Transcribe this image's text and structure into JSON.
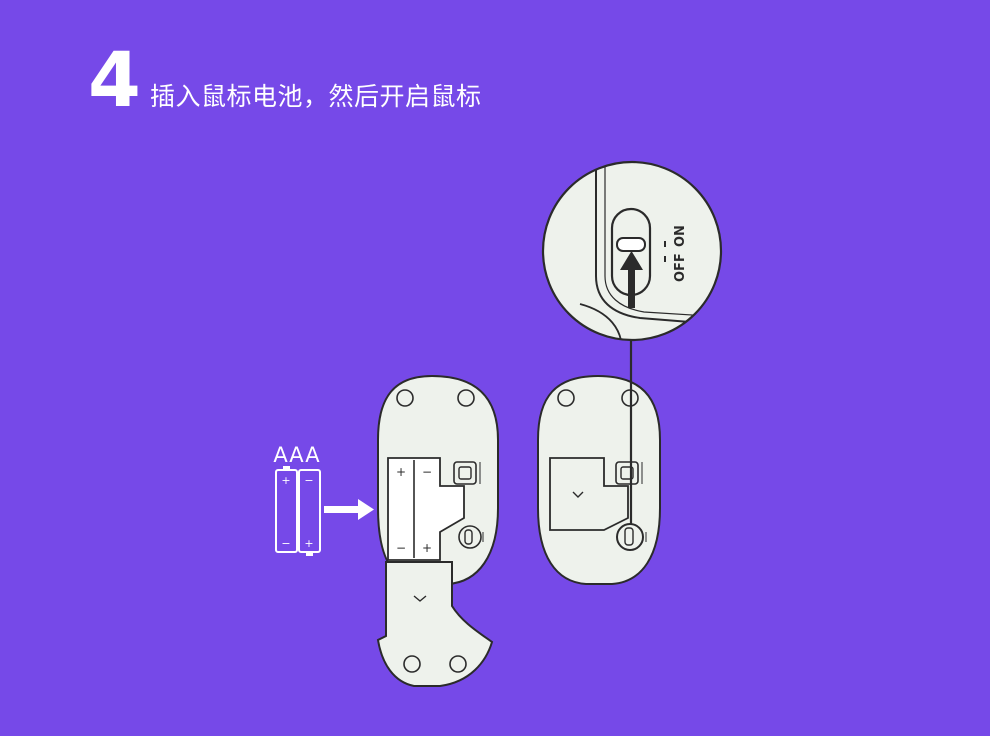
{
  "step": {
    "number": "4",
    "title": "插入鼠标电池，然后开启鼠标"
  },
  "battery": {
    "label": "AAA",
    "plus": "+",
    "minus": "−"
  },
  "switch": {
    "off_label": "OFF",
    "on_label": "ON"
  },
  "colors": {
    "background": "#7649e8",
    "device_fill": "#eef2ec",
    "outline": "#2b2b2b",
    "white": "#ffffff"
  }
}
